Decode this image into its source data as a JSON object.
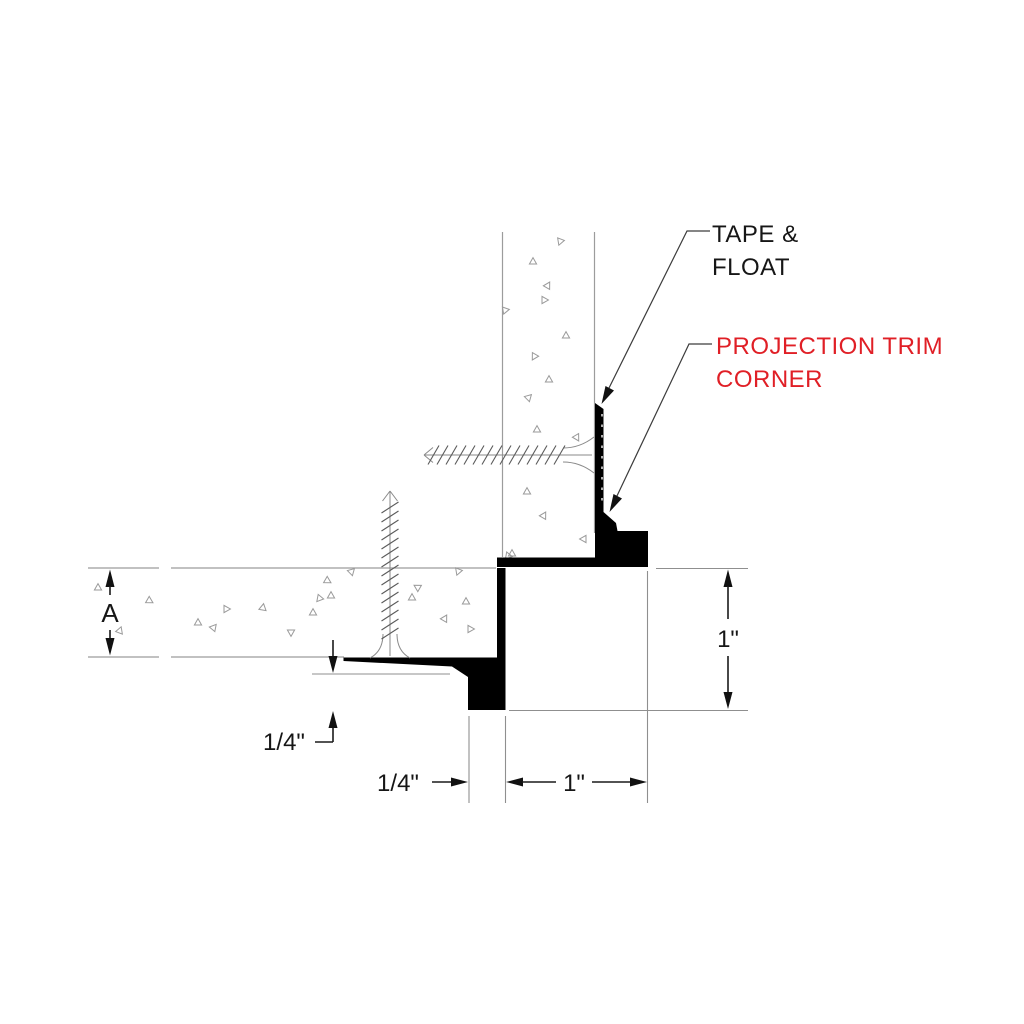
{
  "title": "Projection trim corner detail drawing",
  "callouts": {
    "tape_float": {
      "line1": "TAPE &",
      "line2": "FLOAT"
    },
    "projection_trim": {
      "line1": "PROJECTION TRIM",
      "line2": "CORNER"
    }
  },
  "dimensions": {
    "panel_thickness": "A",
    "left_reveal": "1/4\"",
    "bottom_leg": "1/4\"",
    "bottom_projection": "1\"",
    "right_projection": "1\""
  },
  "colors": {
    "callout_red": "#e01f26",
    "ink_black": "#161616",
    "line_gray": "#9c9c9c",
    "trim_fill": "#000000"
  }
}
